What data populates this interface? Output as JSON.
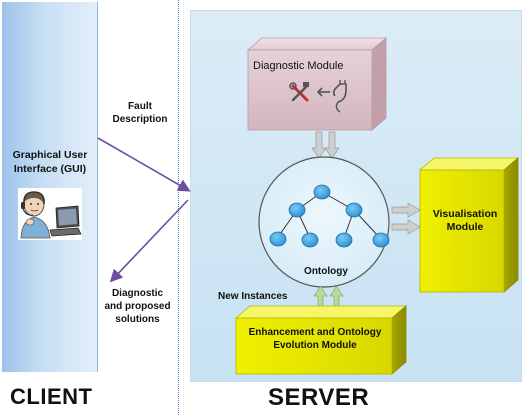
{
  "client": {
    "gui_label_line1": "Graphical User",
    "gui_label_line2": "Interface (GUI)",
    "label": "CLIENT"
  },
  "server": {
    "label": "SERVER",
    "diagnostic_module": "Diagnostic Module",
    "ontology": "Ontology",
    "visualisation_line1": "Visualisation",
    "visualisation_line2": "Module",
    "enhancement_line1": "Enhancement and Ontology",
    "enhancement_line2": "Evolution Module",
    "new_instances": "New Instances"
  },
  "arrows": {
    "fault_line1": "Fault",
    "fault_line2": "Description",
    "diag_line1": "Diagnostic",
    "diag_line2": "and proposed",
    "diag_line3": "solutions"
  },
  "colors": {
    "client_panel": "#b9d6f2",
    "server_panel": "#d3e8f5",
    "diagnostic_box": "#d9bfc6",
    "ontology_circle": "#dff0fa",
    "ontology_nodes": "#3ea7e6",
    "yellow_module": "#e6e600",
    "arrow_purple": "#6b4fa0",
    "block_arrow": "#b5b5b5",
    "green_arrow": "#a9cf8a"
  },
  "icons": [
    "person-at-laptop-icon",
    "tools-icon",
    "plug-icon"
  ]
}
